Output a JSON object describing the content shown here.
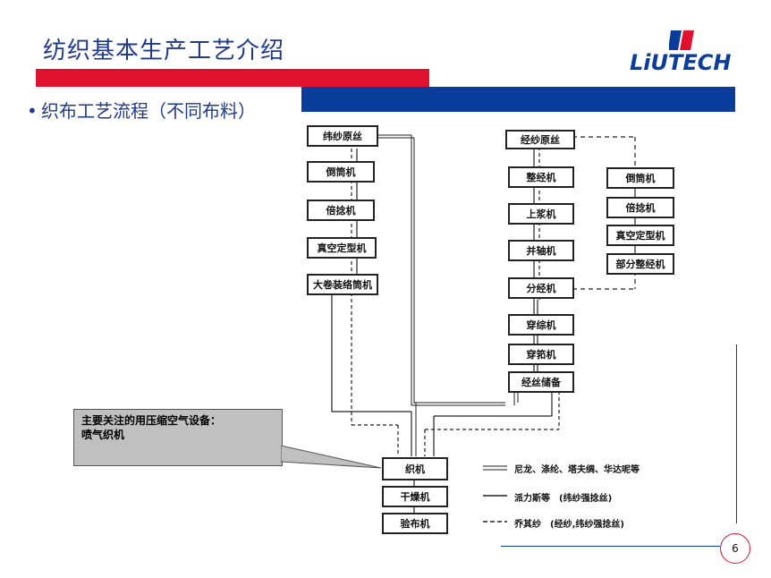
{
  "header": {
    "title": "纺织基本生产工艺介绍",
    "logo_text": "LiUTECH",
    "bullet": "织布工艺流程（不同布料）"
  },
  "diagram": {
    "left_column": [
      "纬纱原丝",
      "倒筒机",
      "倍捻机",
      "真空定型机",
      "大卷装络筒机"
    ],
    "right_column": [
      "经纱原丝",
      "整经机",
      "上浆机",
      "并轴机",
      "分经机",
      "穿综机",
      "穿筘机",
      "经丝储备"
    ],
    "far_right_column": [
      "倒筒机",
      "倍捻机",
      "真空定型机",
      "部分整经机"
    ],
    "bottom_column": [
      "织机",
      "干燥机",
      "验布机"
    ],
    "legend": [
      {
        "style": "double",
        "label": "尼龙、涤纶、塔夫绸、华达呢等"
      },
      {
        "style": "solid",
        "label": "派力斯等　(纬纱强捻丝)"
      },
      {
        "style": "dashed",
        "label": "乔其纱　(经纱,纬纱强捻丝)"
      }
    ]
  },
  "callout": {
    "line1": "主要关注的用压缩空气设备：",
    "line2": "喷气织机"
  },
  "page_number": "6",
  "colors": {
    "brand_blue": "#0a3d9a",
    "brand_red": "#e0102f"
  }
}
